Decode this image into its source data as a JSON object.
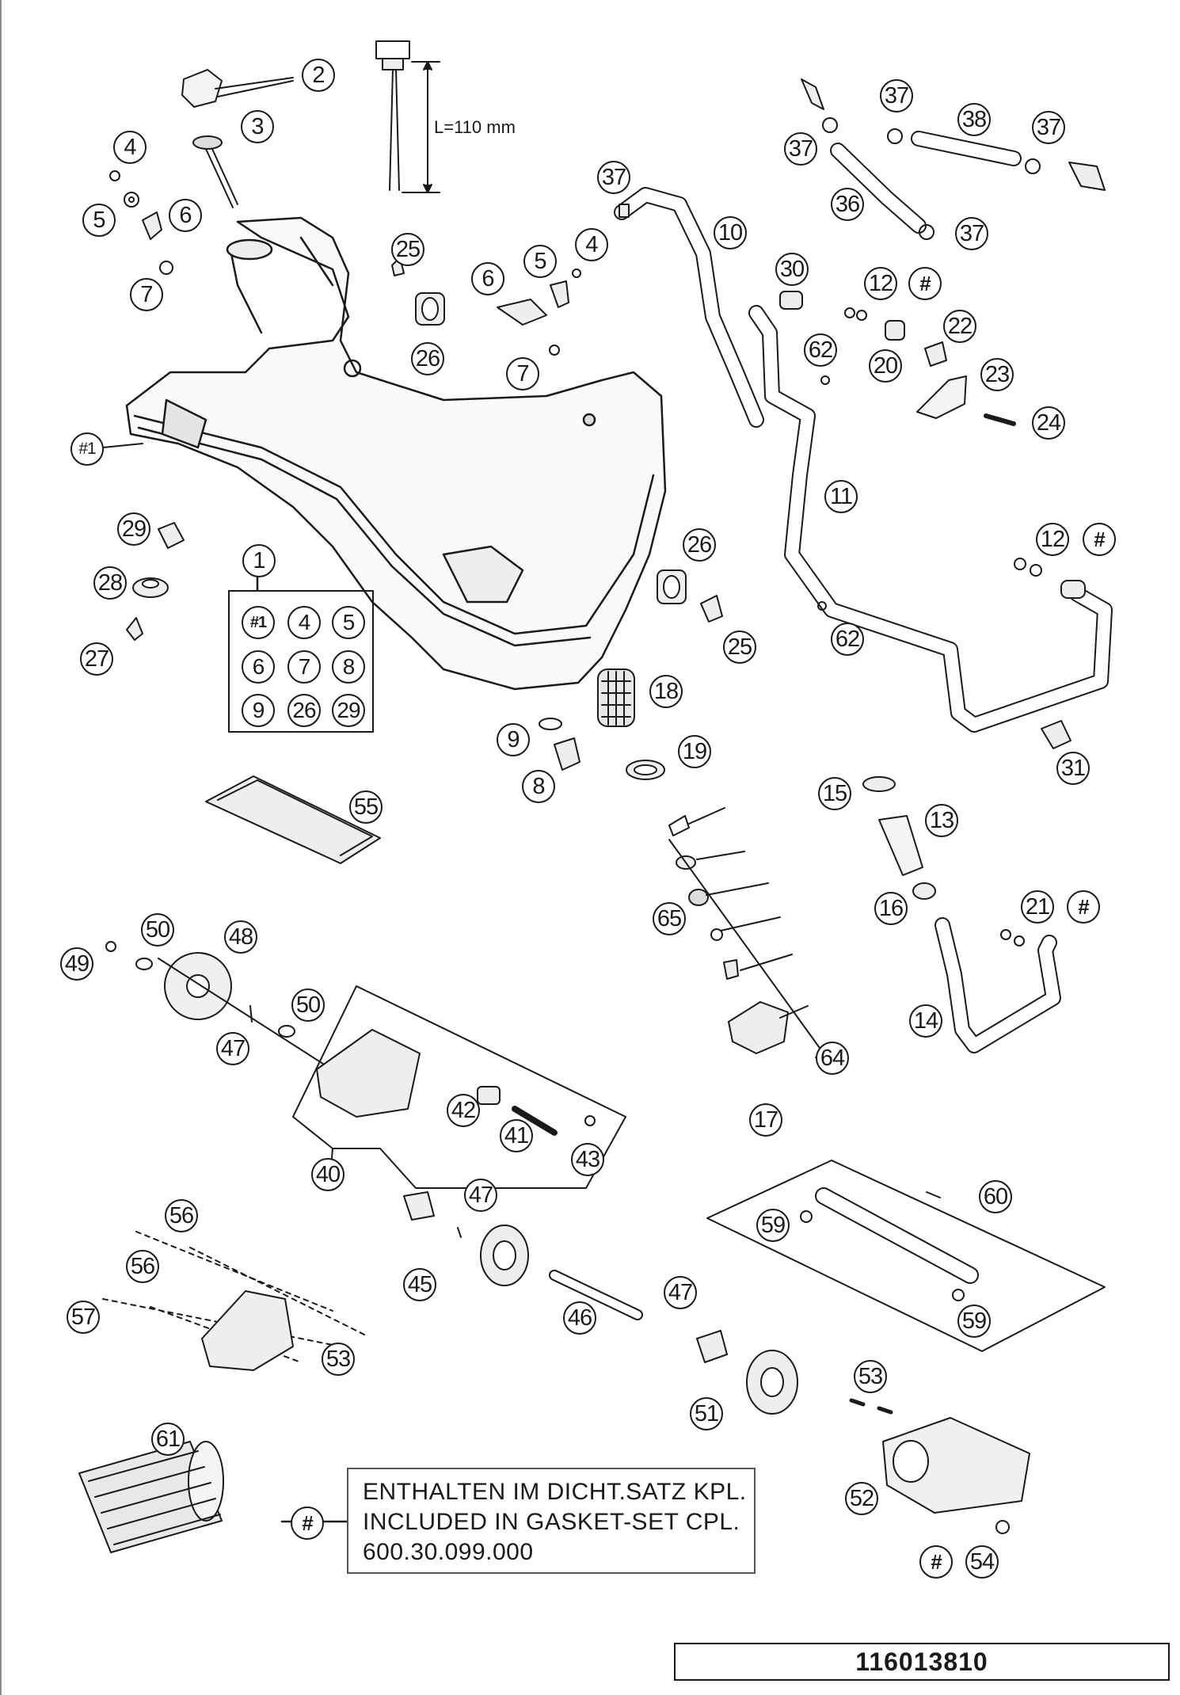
{
  "diagram": {
    "dimension_label": "L=110 mm",
    "drawing_number": "116013810",
    "note": {
      "symbol": "#",
      "lines": [
        "ENTHALTEN IM DICHT.SATZ KPL.",
        "INCLUDED IN GASKET-SET CPL.",
        "600.30.099.000"
      ]
    },
    "kit": {
      "callout": "1",
      "items": [
        "#1",
        "4",
        "5",
        "6",
        "7",
        "8",
        "9",
        "26",
        "29"
      ]
    },
    "callouts": [
      "2",
      "3",
      "4",
      "5",
      "6",
      "7",
      "#1",
      "25",
      "26",
      "6",
      "5",
      "4",
      "7",
      "37",
      "10",
      "37",
      "38",
      "37",
      "37",
      "36",
      "37",
      "30",
      "12",
      "#",
      "62",
      "20",
      "22",
      "23",
      "24",
      "11",
      "12",
      "#",
      "62",
      "29",
      "28",
      "27",
      "26",
      "25",
      "18",
      "9",
      "19",
      "8",
      "31",
      "55",
      "15",
      "13",
      "16",
      "21",
      "#",
      "65",
      "14",
      "64",
      "17",
      "50",
      "48",
      "49",
      "50",
      "47",
      "42",
      "41",
      "43",
      "40",
      "47",
      "45",
      "46",
      "47",
      "56",
      "56",
      "57",
      "53",
      "60",
      "59",
      "59",
      "51",
      "53",
      "61",
      "52",
      "#",
      "54"
    ]
  }
}
